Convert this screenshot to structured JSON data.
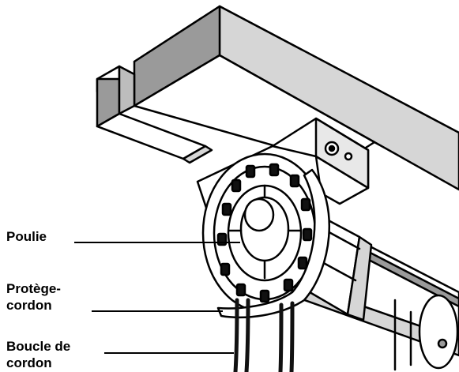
{
  "labels": {
    "pulley": "Poulie",
    "cord_guard_line1": "Protège-",
    "cord_guard_line2": "cordon",
    "cord_loop_line1": "Boucle de",
    "cord_loop_line2": "cordon"
  },
  "colors": {
    "outline": "#000000",
    "light_face": "#ffffff",
    "mid_face": "#d6d6d6",
    "dark_face": "#9a9a9a",
    "cord": "#111111"
  }
}
